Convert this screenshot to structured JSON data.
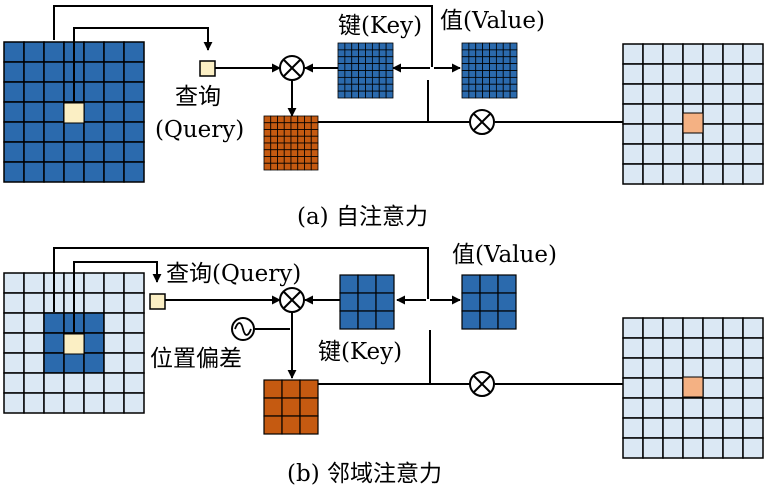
{
  "panel_a": {
    "query_label_cn": "查询",
    "query_label_en": "(Query)",
    "key_label": "键(Key)",
    "value_label": "值(Value)",
    "caption": "(a) 自注意力"
  },
  "panel_b": {
    "query_label": "查询(Query)",
    "value_label": "值(Value)",
    "position_bias_label": "位置偏差",
    "key_label": "键(Key)",
    "caption": "(b) 邻域注意力"
  },
  "colors": {
    "dark_blue": "#2b6aad",
    "light_blue": "#dbe8f4",
    "query_pixel": "#fbefc4",
    "output_pixel": "#f4b183",
    "attention_output": "#c55a11"
  },
  "icons": [
    "multiply-icon",
    "sine-wave-icon",
    "arrow-icon"
  ]
}
